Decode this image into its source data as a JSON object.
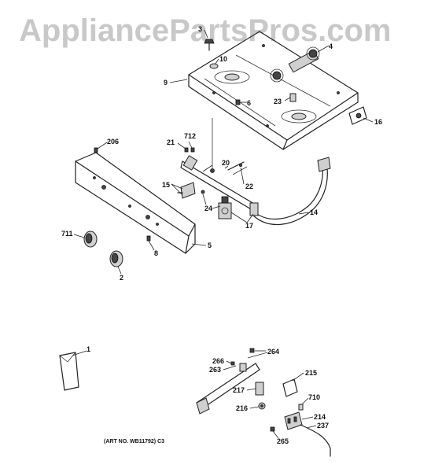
{
  "watermark": "AppliancePartsPros.com",
  "art_number": "(ART NO. WB11792) C3",
  "callouts": {
    "c1": "1",
    "c2": "2",
    "c3": "3",
    "c4": "4",
    "c5": "5",
    "c6": "6",
    "c8": "8",
    "c9": "9",
    "c10": "10",
    "c14": "14",
    "c15": "15",
    "c16": "16",
    "c17": "17",
    "c20": "20",
    "c21": "21",
    "c22": "22",
    "c23": "23",
    "c24": "24",
    "c206": "206",
    "c214": "214",
    "c215": "215",
    "c216": "216",
    "c217": "217",
    "c237": "237",
    "c263": "263",
    "c264": "264",
    "c265": "265",
    "c266": "266",
    "c710": "710",
    "c711": "711",
    "c712": "712"
  }
}
